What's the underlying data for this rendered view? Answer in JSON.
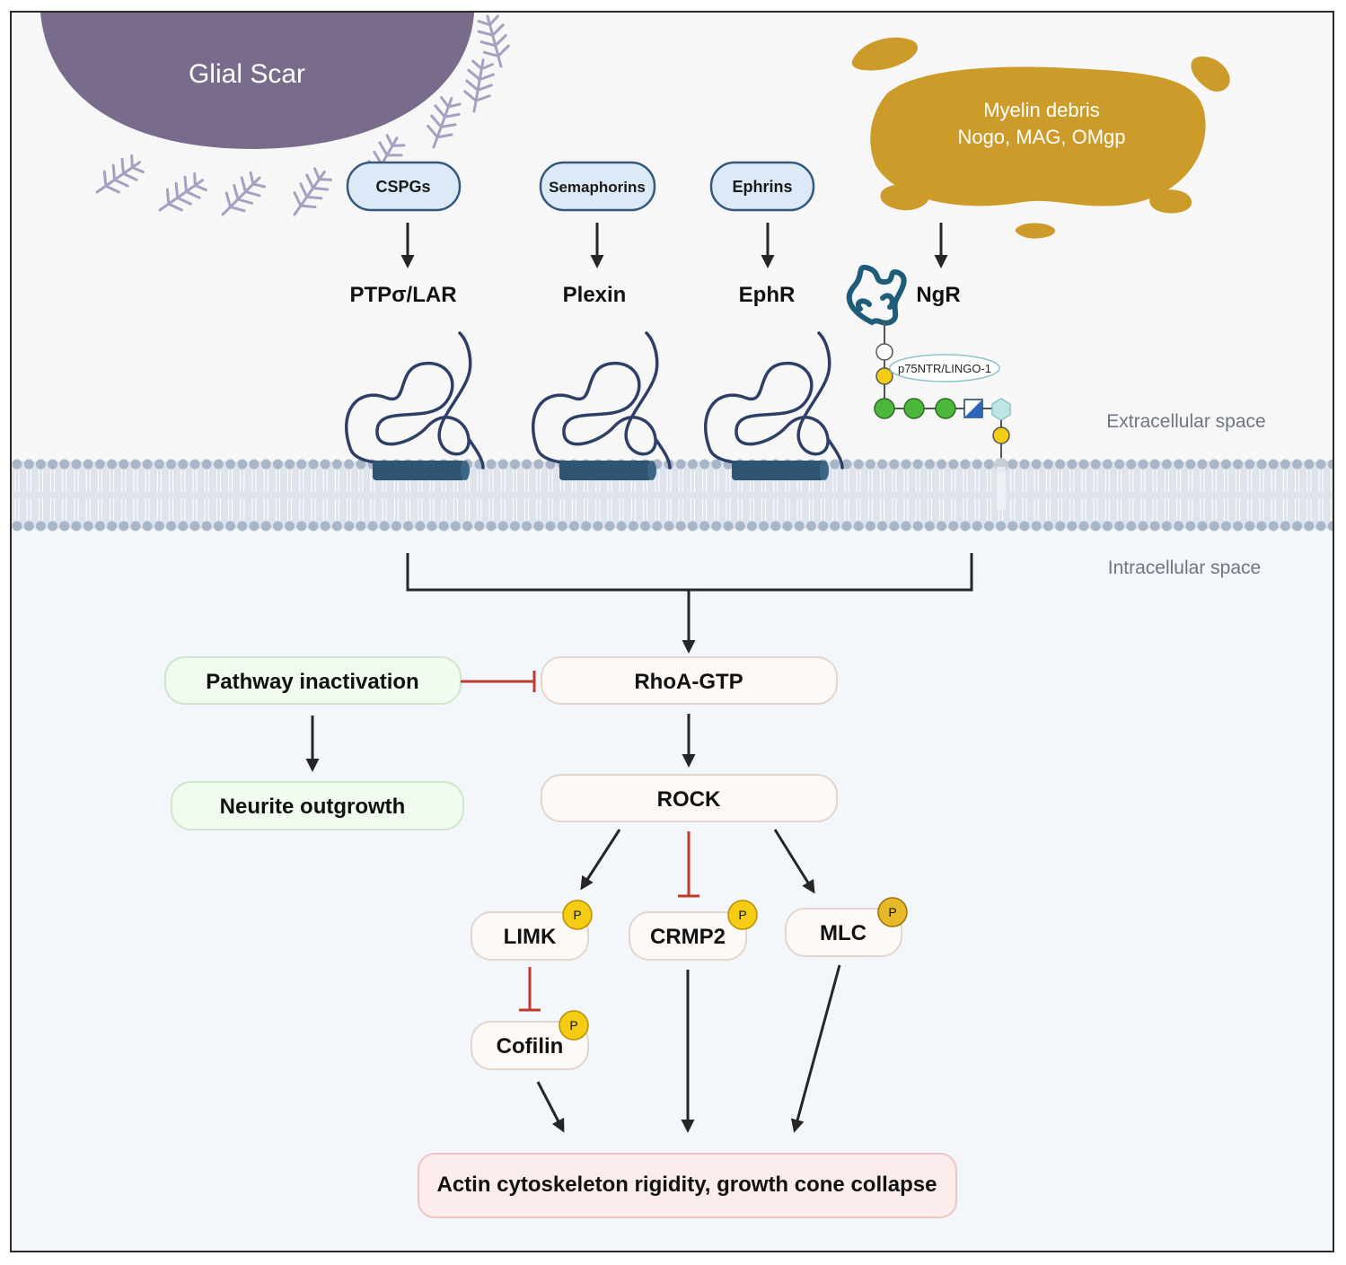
{
  "glial_scar": {
    "label": "Glial Scar",
    "color": "#786b8c"
  },
  "myelin": {
    "line1": "Myelin debris",
    "line2": "Nogo, MAG, OMgp",
    "color": "#cc9b2a"
  },
  "ligands": [
    {
      "label": "CSPGs"
    },
    {
      "label": "Semaphorins"
    },
    {
      "label": "Ephrins"
    }
  ],
  "receptors": [
    {
      "label": "PTPσ/LAR"
    },
    {
      "label": "Plexin"
    },
    {
      "label": "EphR"
    },
    {
      "label": "NgR"
    }
  ],
  "coreceptor": {
    "label": "p75NTR/LINGO-1"
  },
  "spaces": {
    "extracellular": "Extracellular space",
    "intracellular": "Intracellular space"
  },
  "nodes": {
    "rhoa": "RhoA-GTP",
    "rock": "ROCK",
    "inactivation": "Pathway inactivation",
    "neurite": "Neurite outgrowth",
    "limk": "LIMK",
    "crmp2": "CRMP2",
    "mlc": "MLC",
    "cofilin": "Cofilin",
    "actin": "Actin cytoskeleton rigidity, growth cone collapse"
  },
  "phospho_label": "P",
  "colors": {
    "arrow": "#262626",
    "inhibit": "#c0392b",
    "membrane": "#a9b6c8",
    "receptor": "#2e3f66",
    "phospho": "#f4cc13",
    "green_box": "#f2fbf0",
    "red_box": "#fdecec"
  }
}
